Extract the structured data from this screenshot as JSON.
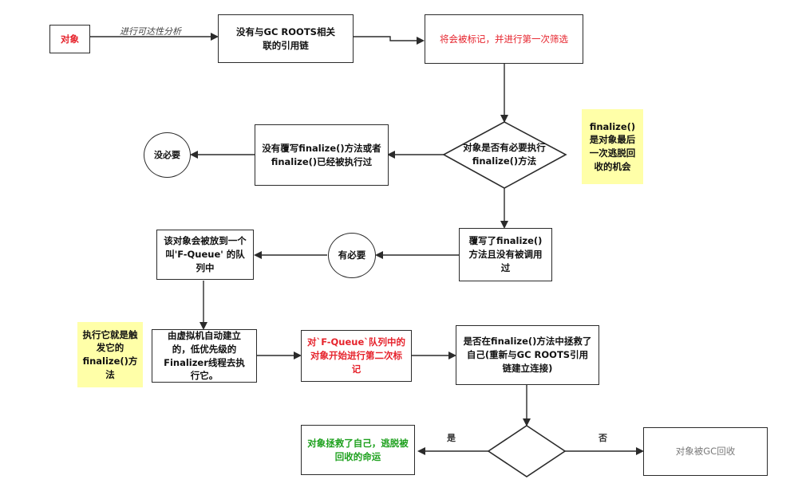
{
  "nodes": {
    "object": "对象",
    "no_gc_roots": "没有与GC ROOTS相关联的引用链",
    "first_mark": "将会被标记，并进行第一次筛选",
    "finalize_check": "对象是否有必要执行finalize()方法",
    "no_override": "没有覆写finalize()方法或者finalize()已经被执行过",
    "not_needed": "没必要",
    "overridden": "覆写了finalize()方法且没有被调用过",
    "needed": "有必要",
    "fqueue": "该对象会被放到一个叫'F-Queue' 的队列中",
    "finalizer_thread": "由虚拟机自动建立的，低优先级的Finalizer线程去执行它。",
    "second_mark": "对`F-Queue`队列中的对象开始进行第二次标记",
    "self_rescue_check": "是否在finalize()方法中拯救了自己(重新与GC ROOTS引用链建立连接)",
    "escaped": "对象拯救了自己，逃脱被回收的命运",
    "collected": "对象被GC回收"
  },
  "notes": {
    "last_chance": "finalize()是对象最后一次逃脱回收的机会",
    "execute_trigger": "执行它就是触发它的finalize()方法"
  },
  "edge_labels": {
    "reachability": "进行可达性分析",
    "yes": "是",
    "no": "否"
  },
  "colors": {
    "highlight_red": "#e6232c",
    "success_green": "#1ea11e",
    "note_yellow": "#ffffa8",
    "line": "#2b2b2b"
  }
}
